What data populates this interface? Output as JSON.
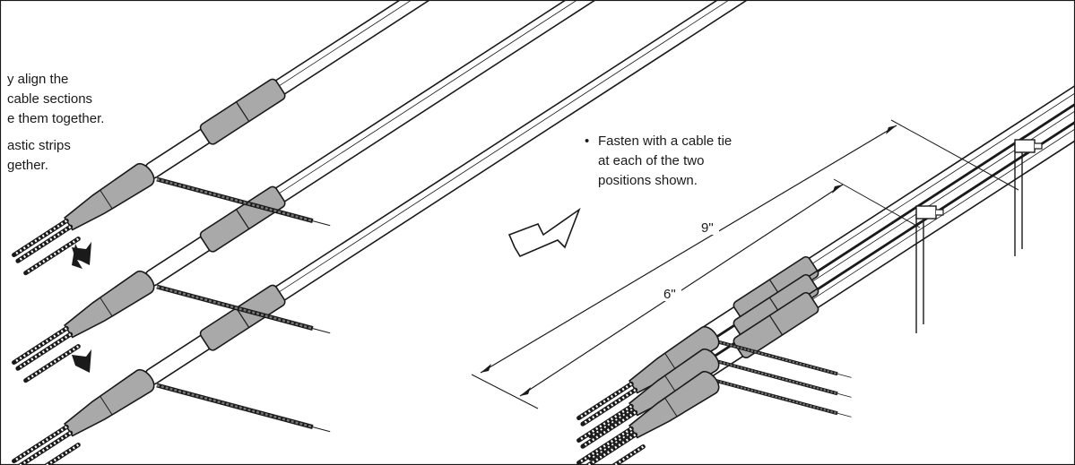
{
  "left_instructions": {
    "line1": "y align the",
    "line2": "cable sections",
    "line3": "e them together.",
    "line4": "astic strips",
    "line5": "gether."
  },
  "right_instruction": {
    "bullet": "•",
    "line1": "Fasten with a cable tie",
    "line2": "at each of the two",
    "line3": "positions shown."
  },
  "dimensions": {
    "long": "9\"",
    "short": "6\""
  },
  "colors": {
    "sleeve_gray": "#a9a9a9",
    "outline": "#1a1a1a",
    "background": "#ffffff"
  },
  "icons": {
    "down_arrow": "down-arrow-icon",
    "direction_arrow": "direction-arrow-icon"
  }
}
